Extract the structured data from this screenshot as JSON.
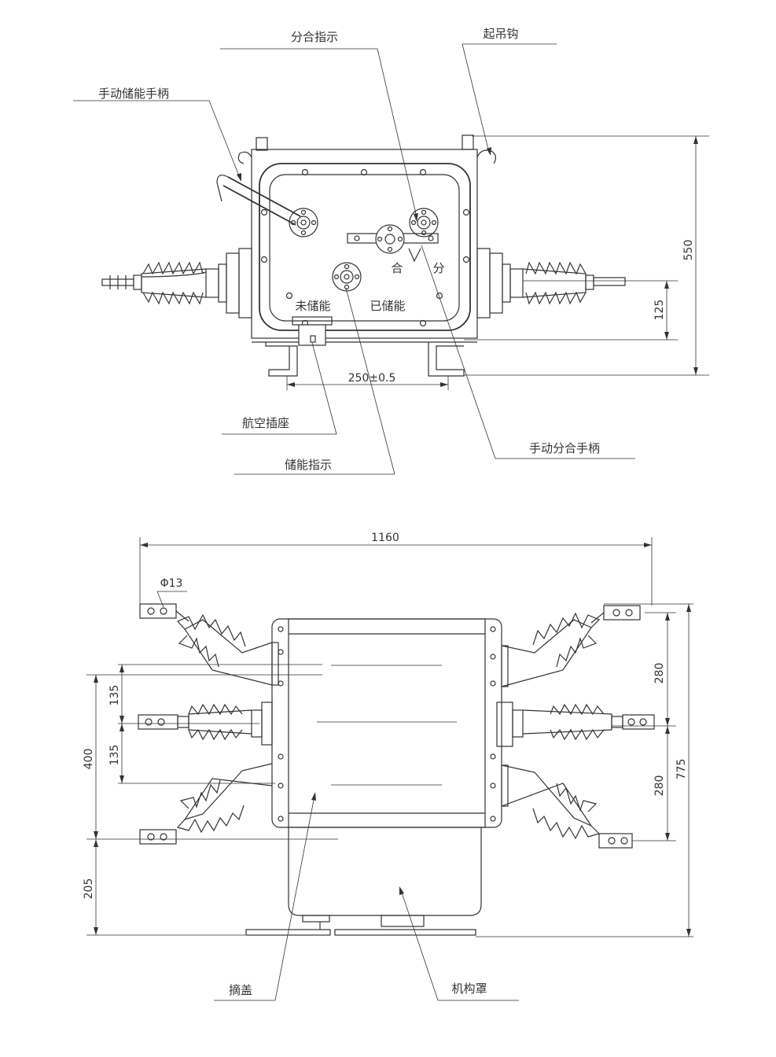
{
  "top_view": {
    "labels": {
      "close_open_indicator": "分合指示",
      "lifting_hook": "起吊钩",
      "manual_charge_handle": "手动储能手柄",
      "closed": "合",
      "open": "分",
      "not_charged": "未储能",
      "charged": "已储能",
      "aviation_socket": "航空插座",
      "charge_indicator": "储能指示",
      "manual_close_open_handle": "手动分合手柄"
    },
    "dimensions": {
      "height": "550",
      "terminal_height": "125",
      "mount_spacing": "250±0.5"
    }
  },
  "front_view": {
    "labels": {
      "cover": "摘盖",
      "mechanism_cover": "机构罩"
    },
    "dimensions": {
      "width": "1160",
      "hole": "Φ13",
      "pitch_upper": "135",
      "pitch_lower": "135",
      "span_left": "400",
      "base_height": "205",
      "right_upper": "280",
      "right_lower": "280",
      "total_height": "775"
    }
  }
}
